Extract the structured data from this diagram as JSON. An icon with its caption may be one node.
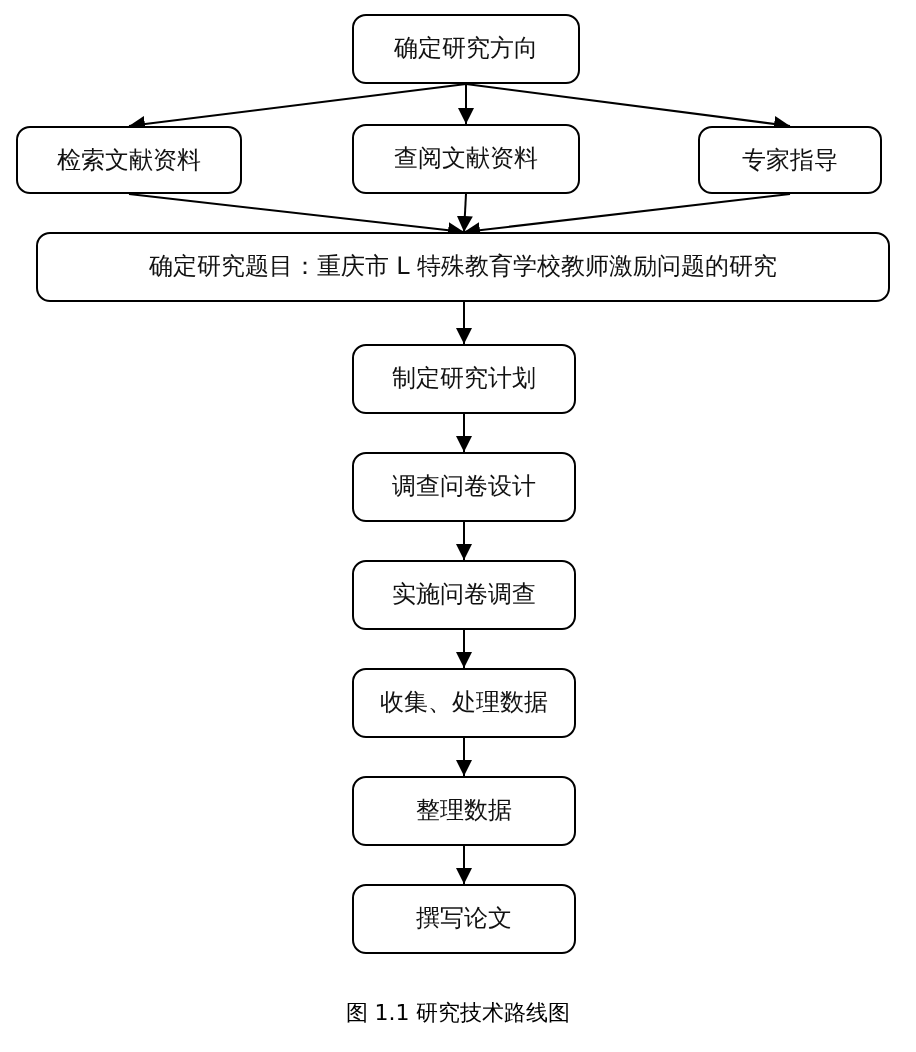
{
  "diagram": {
    "caption": "图 1.1 研究技术路线图",
    "nodes": [
      {
        "text": [
          "确定研究方向"
        ]
      },
      {
        "text": [
          "检索文献资料"
        ]
      },
      {
        "text": [
          "查阅文献资料"
        ]
      },
      {
        "text": [
          "专家指导"
        ]
      },
      {
        "text": [
          "确定研究题目：重庆市 L 特殊教育学校教师激励问题的研究"
        ]
      },
      {
        "text": [
          "制定研究计划"
        ]
      },
      {
        "text": [
          "调查问卷设计"
        ]
      },
      {
        "text": [
          "实施问卷调查"
        ]
      },
      {
        "text": [
          "收集、处理数据"
        ]
      },
      {
        "text": [
          "整理数据"
        ]
      },
      {
        "text": [
          "撰写论文"
        ]
      }
    ],
    "edges": [
      {
        "from": 0,
        "to": 1,
        "arrow": "to"
      },
      {
        "from": 0,
        "to": 2,
        "arrow": "to"
      },
      {
        "from": 0,
        "to": 3,
        "arrow": "to"
      },
      {
        "from": 1,
        "to": 4,
        "arrow": "to"
      },
      {
        "from": 2,
        "to": 4,
        "arrow": "to"
      },
      {
        "from": 3,
        "to": 4,
        "arrow": "to"
      },
      {
        "from": 4,
        "to": 5,
        "arrow": "to"
      },
      {
        "from": 5,
        "to": 6,
        "arrow": "to"
      },
      {
        "from": 6,
        "to": 7,
        "arrow": "to"
      },
      {
        "from": 7,
        "to": 8,
        "arrow": "to"
      },
      {
        "from": 8,
        "to": 9,
        "arrow": "to"
      },
      {
        "from": 9,
        "to": 10,
        "arrow": "to"
      }
    ]
  }
}
